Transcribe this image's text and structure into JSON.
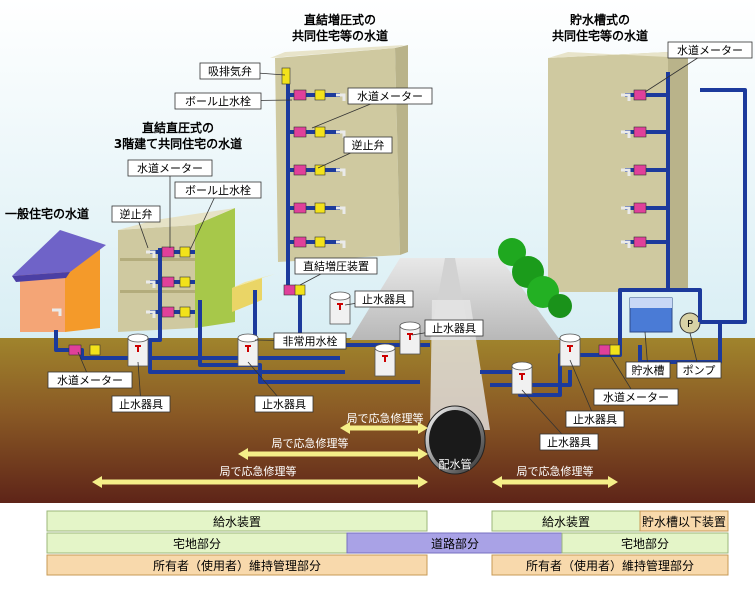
{
  "titles": {
    "house": "一般住宅の水道",
    "direct": [
      "直結直圧式の",
      "3階建て共同住宅の水道"
    ],
    "booster": [
      "直結増圧式の",
      "共同住宅等の水道"
    ],
    "tank": [
      "貯水槽式の",
      "共同住宅等の水道"
    ]
  },
  "labels": {
    "air_valve": "吸排気弁",
    "ball_tap_1": "ボール止水栓",
    "ball_tap_2": "ボール止水栓",
    "meter_booster": "水道メーター",
    "meter_tank_top": "水道メーター",
    "meter_direct": "水道メーター",
    "meter_house": "水道メーター",
    "meter_tank_bottom": "水道メーター",
    "check_valve_booster": "逆止弁",
    "check_valve_direct": "逆止弁",
    "booster_unit": "直結増圧装置",
    "emergency_hydrant": "非常用水栓",
    "stop_valve_1": "止水器具",
    "stop_valve_2": "止水器具",
    "stop_valve_3": "止水器具",
    "stop_valve_4": "止水器具",
    "stop_valve_5": "止水器具",
    "stop_valve_6": "止水器具",
    "water_tank": "貯水槽",
    "pump": "ポンプ",
    "pump_symbol": "P",
    "main_pipe": "配水管"
  },
  "arrows": {
    "repair_1": "局で応急修理等",
    "repair_2": "局で応急修理等",
    "repair_3": "局で応急修理等",
    "repair_4": "局で応急修理等"
  },
  "bars": {
    "left_supply": "給水装置",
    "right_supply": "給水装置",
    "below_tank": "貯水槽以下装置",
    "left_private": "宅地部分",
    "road": "道路部分",
    "right_private": "宅地部分",
    "left_owner": "所有者（使用者）維持管理部分",
    "right_owner": "所有者（使用者）維持管理部分"
  },
  "colors": {
    "pipe": "#1c3a9c",
    "building": "#cfc9a0",
    "ground_top": "#9a7a2a",
    "ground_bottom": "#6b2e1f",
    "arrow_yellow": "#f5ef88",
    "bar_green": "#e4f5c8",
    "bar_violet": "#a9a2e6",
    "bar_orange": "#f8d9ac"
  }
}
